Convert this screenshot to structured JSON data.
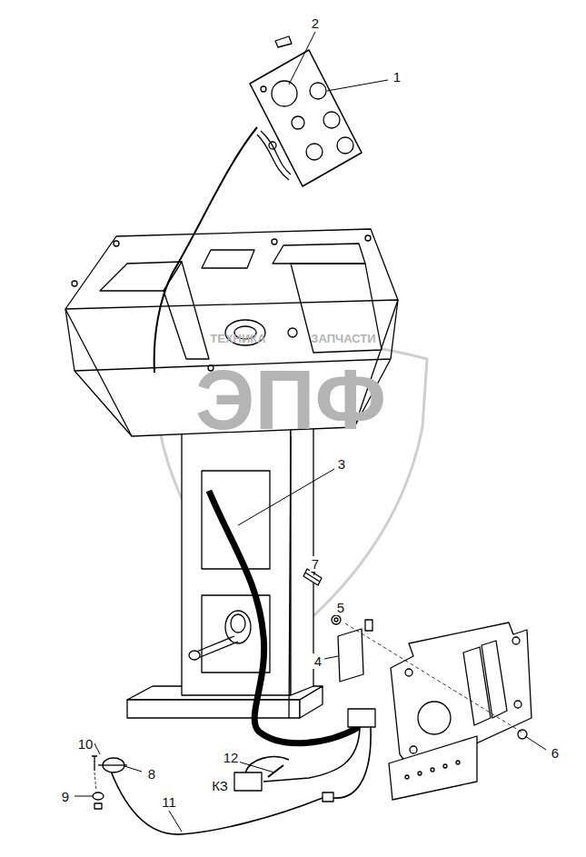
{
  "diagram": {
    "labels": [
      "ТЕХНИКА",
      "ЗАПЧАСТИ",
      "ЭПФ",
      "2",
      "1",
      "3",
      "7",
      "5",
      "4",
      "6",
      "10",
      "8",
      "12",
      "КЗ",
      "9",
      "11"
    ]
  }
}
